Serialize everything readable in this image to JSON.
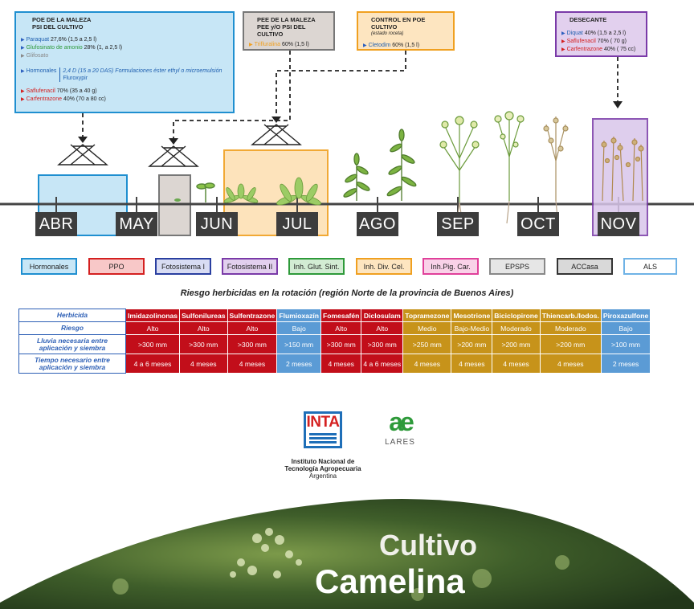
{
  "boxes": {
    "poe_maleza": {
      "title1": "POE DE LA MALEZA",
      "title2": "PSI DEL CULTIVO",
      "items": [
        {
          "name": "Paraquat",
          "dose": "27,6% (1,5 a 2,5 l)"
        },
        {
          "name": "Glufosinato de amonio",
          "dose": "28% (1, a 2,5 l)"
        },
        {
          "name": "Glifosato",
          "dose": ""
        },
        {
          "name": "Hormonales",
          "dose": "2,4 D (15 a 20 DAS) Formulaciones éster ethyl o microemulsión",
          "dose2": "Fluroxypir"
        },
        {
          "name": "Saflufenacil",
          "dose": "70% (35 a 40 g)"
        },
        {
          "name": "Carfentrazone",
          "dose": "40% (70 a 80 cc)"
        }
      ]
    },
    "pee_maleza": {
      "title1": "PEE DE LA MALEZA",
      "title2": "PEE y/O PSI DEL CULTIVO",
      "item_name": "Trifluralina",
      "item_dose": "60% (1,5 l)"
    },
    "control_poe": {
      "title": "CONTROL EN POE CULTIVO",
      "subtitle": "(estado roceta)",
      "item_name": "Cletodim",
      "item_dose": "60% (1,5 l)"
    },
    "desecante": {
      "title": "DESECANTE",
      "items": [
        {
          "name": "Diquat",
          "dose": "40% (1,5 a 2,5 l)"
        },
        {
          "name": "Saflufenacil",
          "dose": "70% ( 70 g)"
        },
        {
          "name": "Carfentrazone",
          "dose": "40% ( 75 cc)"
        }
      ]
    }
  },
  "months": [
    "ABR",
    "MAY",
    "JUN",
    "JUL",
    "AGO",
    "SEP",
    "OCT",
    "NOV"
  ],
  "legend": [
    {
      "label": "Hormonales",
      "border": "#1f8fd0",
      "bg": "#c7e6f6"
    },
    {
      "label": "PPO",
      "border": "#d42020",
      "bg": "#f8c8c8"
    },
    {
      "label": "Fotosistema I",
      "border": "#2a3fa0",
      "bg": "#d8dcf3"
    },
    {
      "label": "Fotosistema II",
      "border": "#7a3aa8",
      "bg": "#e2d0ee"
    },
    {
      "label": "Inh. Glut. Sint.",
      "border": "#2e9a3a",
      "bg": "#d2ecd3"
    },
    {
      "label": "Inh. Div. Cel.",
      "border": "#f0a020",
      "bg": "#fde5c0"
    },
    {
      "label": "Inh.Pig. Car.",
      "border": "#e0409a",
      "bg": "#f9d2e8"
    },
    {
      "label": "EPSPS",
      "border": "#888888",
      "bg": "#e6e6e6"
    },
    {
      "label": "ACCasa",
      "border": "#333333",
      "bg": "#d9d9d9"
    },
    {
      "label": "ALS",
      "border": "#6fb3e6",
      "bg": "#ffffff"
    }
  ],
  "risk_title": "Riesgo herbicidas en la rotación (región Norte de la provincia de Buenos Aires)",
  "table": {
    "row_labels": [
      "Herbicida",
      "Riesgo",
      "Lluvia necesaria entre aplicación y siembra",
      "Tiempo necesario entre aplicación y siembra"
    ],
    "columns": [
      {
        "name": "Imidazolinonas",
        "riesgo": "Alto",
        "lluvia": ">300 mm",
        "tiempo": "4 a 6 meses",
        "color": "r"
      },
      {
        "name": "Sulfonilureas",
        "riesgo": "Alto",
        "lluvia": ">300 mm",
        "tiempo": "4 meses",
        "color": "r"
      },
      {
        "name": "Sulfentrazone",
        "riesgo": "Alto",
        "lluvia": ">300 mm",
        "tiempo": "4 meses",
        "color": "r"
      },
      {
        "name": "Flumioxazín",
        "riesgo": "Bajo",
        "lluvia": ">150 mm",
        "tiempo": "2 meses",
        "color": "b"
      },
      {
        "name": "Fomesafén",
        "riesgo": "Alto",
        "lluvia": ">300 mm",
        "tiempo": "4 meses",
        "color": "r"
      },
      {
        "name": "Diclosulam",
        "riesgo": "Alto",
        "lluvia": ">300 mm",
        "tiempo": "4 a 6 meses",
        "color": "r"
      },
      {
        "name": "Topramezone",
        "riesgo": "Medio",
        "lluvia": ">250 mm",
        "tiempo": "4 meses",
        "color": "o"
      },
      {
        "name": "Mesotrione",
        "riesgo": "Bajo-Medio",
        "lluvia": ">200 mm",
        "tiempo": "4 meses",
        "color": "o"
      },
      {
        "name": "Biciclopirone",
        "riesgo": "Moderado",
        "lluvia": ">200 mm",
        "tiempo": "4 meses",
        "color": "o"
      },
      {
        "name": "Thiencarb./Iodos.",
        "riesgo": "Moderado",
        "lluvia": ">200 mm",
        "tiempo": "4 meses",
        "color": "o"
      },
      {
        "name": "Piroxazulfone",
        "riesgo": "Bajo",
        "lluvia": ">100 mm",
        "tiempo": "2 meses",
        "color": "b"
      }
    ]
  },
  "logos": {
    "inta_mark": "INTA",
    "inta_line1": "Instituto Nacional de",
    "inta_line2": "Tecnología Agropecuaria",
    "inta_line3": "Argentina",
    "lares_mark": "ae",
    "lares_text": "LARES"
  },
  "banner": {
    "line1": "Cultivo",
    "line2": "Camelina"
  }
}
